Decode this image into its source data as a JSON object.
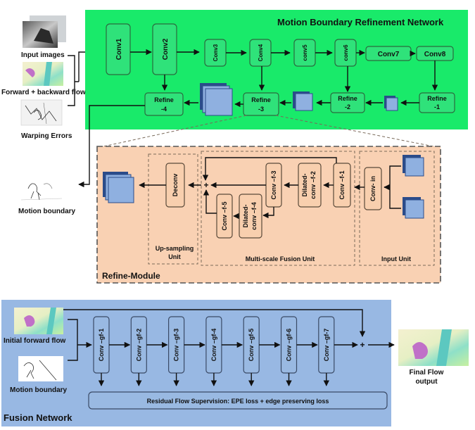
{
  "inputs": {
    "input_images": "Input images",
    "flow": "Forward + backward flow",
    "warping_errors": "Warping Errors",
    "motion_boundary_out": "Motion boundary"
  },
  "mbrn": {
    "title": "Motion Boundary Refinement Network",
    "conv1": "Conv1",
    "conv2": "Conv2",
    "conv3": "Conv3",
    "conv4": "Conv4",
    "conv5": "conv5",
    "conv6": "conv6",
    "conv7": "Conv7",
    "conv8": "Conv8",
    "refine1": [
      "Refine",
      "-1"
    ],
    "refine2": [
      "Refine",
      "-2"
    ],
    "refine3": [
      "Refine",
      "-3"
    ],
    "refine4": [
      "Refine",
      "-4"
    ]
  },
  "refine_module": {
    "title": "Refine-Module",
    "deconv": "Deconv",
    "conv_f3": "Conv –f-3",
    "dilated_f2": [
      "Dilated-",
      "conv –f-2"
    ],
    "conv_f1": "Conv –f-1",
    "conv_in": "Conv- in",
    "conv_f5": "Conv –f-5",
    "dilated_f4": [
      "Dilated-",
      "conv –f-4"
    ],
    "plus": "+",
    "upsampling_unit": [
      "Up-sampling",
      "Unit"
    ],
    "fusion_unit": "Multi-scale Fusion Unit",
    "input_unit": "Input Unit"
  },
  "fusion": {
    "title": "Fusion Network",
    "initial_flow": "Initial forward flow",
    "motion_boundary": "Motion boundary",
    "gf_nodes": [
      "Conv –gf-1",
      "Conv –gf-2",
      "Conv –gf-3",
      "Conv –gf-4",
      "Conv –gf-5",
      "Conv –gf-6",
      "Conv –gf-7"
    ],
    "plus": "+",
    "supervision": "Residual Flow Supervision: EPE loss + edge preserving loss",
    "final_output": [
      "Final Flow",
      "output"
    ]
  },
  "colors": {
    "mbrn_bg": "#19ea6a",
    "refine_bg": "#f9d1b3",
    "fusion_bg": "#98b8e3",
    "feature_map": "#8fb0e0"
  }
}
